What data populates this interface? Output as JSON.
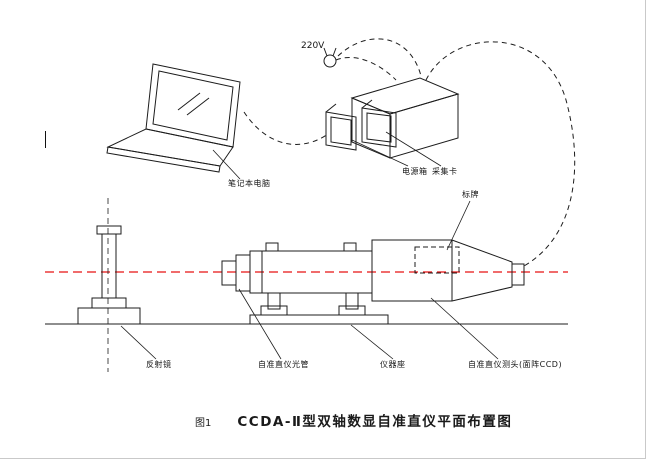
{
  "colors": {
    "ink": "#1c1c1c",
    "optical_axis": "#e81313",
    "background": "#ffffff"
  },
  "labels": {
    "voltage": "220V",
    "laptop": "笔记本电脑",
    "power_box": "电源箱",
    "capture_card": "采集卡",
    "nameplate": "标牌",
    "reflector": "反射镜",
    "tube": "自准直仪光管",
    "base": "仪器座",
    "head": "自准直仪测头(面阵CCD)"
  },
  "caption": {
    "figure": "图1",
    "title": "CCDA-Ⅱ型双轴数显自准直仪平面布置图"
  }
}
